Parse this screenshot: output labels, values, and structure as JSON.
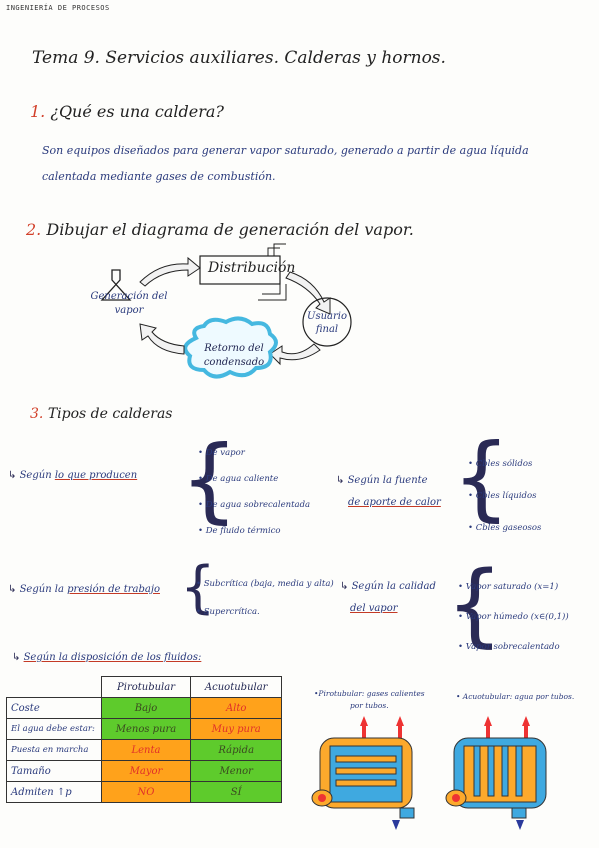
{
  "header": "INGENIERÍA DE PROCESOS",
  "title": "Tema 9. Servicios auxiliares. Calderas y hornos.",
  "q1": {
    "num": "1.",
    "heading": "¿Qué es una caldera?",
    "line1": "Son equipos diseñados para generar vapor saturado, generado a partir de agua líquida",
    "line2": "calentada mediante gases de combustión."
  },
  "q2": {
    "num": "2.",
    "heading": "Dibujar el diagrama de generación del vapor.",
    "diagram": {
      "generation": [
        "Generación del",
        "vapor"
      ],
      "distribution": "Distribución",
      "end_user": [
        "Usuario",
        "final"
      ],
      "return": [
        "Retorno del",
        "condensado"
      ]
    }
  },
  "q3": {
    "num": "3.",
    "heading": "Tipos de calderas",
    "produce": {
      "label": [
        "Según",
        "lo que producen"
      ],
      "items": [
        "De vapor",
        "De agua caliente",
        "De agua sobrecalentada",
        "De fluido térmico"
      ]
    },
    "source": {
      "label": [
        "Según la fuente",
        "de aporte de calor"
      ],
      "items": [
        "Cbles sólidos",
        "Cbles líquidos",
        "Cbles gaseosos"
      ]
    },
    "pressure": {
      "label": [
        "Según la",
        "presión de trabajo"
      ],
      "items": [
        "Subcrítica (baja, media y alta)",
        "Supercrítica."
      ]
    },
    "quality": {
      "label": [
        "Según la calidad",
        "del vapor"
      ],
      "items": [
        "Vapor saturado (x=1)",
        "Vapor húmedo (x∈(0,1))",
        "Vapor sobrecalentado"
      ]
    },
    "disposition": {
      "label": "Según la disposición de los fluidos:",
      "columns": [
        "Pirotubular",
        "Acuotubular"
      ],
      "rows": [
        {
          "label": "Coste",
          "piro": "Bajo",
          "acuo": "Alto"
        },
        {
          "label": "El agua debe estar:",
          "piro": "Menos pura",
          "acuo": "Muy pura"
        },
        {
          "label": "Puesta en marcha",
          "piro": "Lenta",
          "acuo": "Rápida"
        },
        {
          "label": "Tamaño",
          "piro": "Mayor",
          "acuo": "Menor"
        },
        {
          "label": "Admiten ↑p",
          "piro": "NO",
          "acuo": "SÍ"
        }
      ],
      "piro_note": [
        "•Pirotubular: gases calientes",
        "por tubos."
      ],
      "acuo_note": "• Acuotubular: agua por tubos."
    }
  }
}
